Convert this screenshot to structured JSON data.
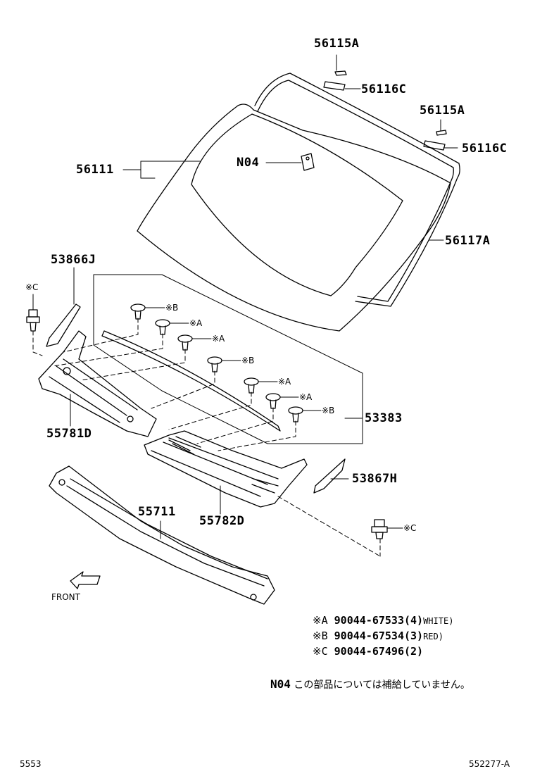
{
  "parts": {
    "p56115A_top": "56115A",
    "p56116C_top": "56116C",
    "p56115A_right": "56115A",
    "p56116C_right": "56116C",
    "p56111": "56111",
    "pN04": "N04",
    "p56117A": "56117A",
    "p53866J": "53866J",
    "p55781D": "55781D",
    "p53383": "53383",
    "p53867H": "53867H",
    "p55711": "55711",
    "p55782D": "55782D"
  },
  "clip_marks": {
    "c1": "※C",
    "b1": "※B",
    "a1": "※A",
    "a2": "※A",
    "b2": "※B",
    "a3": "※A",
    "a4": "※A",
    "b3": "※B",
    "c2": "※C"
  },
  "front_label": "FRONT",
  "legend": [
    {
      "mark": "※A",
      "code": "90044-67533",
      "qty": "(4)",
      "note": "WHITE)"
    },
    {
      "mark": "※B",
      "code": "90044-67534",
      "qty": "(3)",
      "note": "RED)"
    },
    {
      "mark": "※C",
      "code": "90044-67496",
      "qty": "(2)",
      "note": ""
    }
  ],
  "note": {
    "code": "N04",
    "text": "この部品については補給していません。"
  },
  "footer": {
    "left": "5553",
    "right": "552277-A"
  }
}
